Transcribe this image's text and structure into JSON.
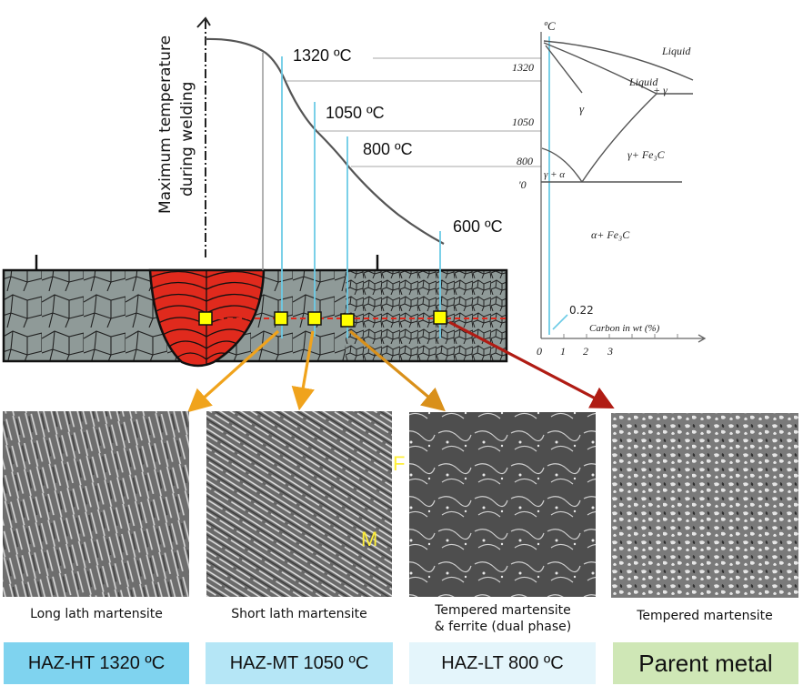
{
  "thermal_curve": {
    "axis_label_line1": "Maximum temperature",
    "axis_label_line2": "during welding",
    "peak_labels": [
      "1320 ºC",
      "1050 ºC",
      "800 ºC",
      "600 ºC"
    ]
  },
  "phase_diagram": {
    "y_unit": "ºC",
    "temps": [
      "1320",
      "1050",
      "800",
      "'0"
    ],
    "x_ticks": [
      "0",
      "1",
      "2",
      "3"
    ],
    "x_label": "Carbon in wt (%)",
    "carbon_marker": "0.22",
    "regions": {
      "liquid": "Liquid",
      "liquid_gamma_1": "Liquid",
      "liquid_gamma_2": "+ γ",
      "gamma": "γ",
      "gamma_fe3c": "γ+ Fe₃C",
      "gamma_alpha": "γ + α",
      "alpha_fe3c": "α+ Fe₃C"
    }
  },
  "micrographs": [
    {
      "caption": "Long lath martensite",
      "tag": "HAZ-HT 1320 ºC",
      "tag_color": "#7fd3ef"
    },
    {
      "caption": "Short lath martensite",
      "tag": "HAZ-MT 1050 ºC",
      "tag_color": "#b5e6f6"
    },
    {
      "caption_line1": "Tempered martensite",
      "caption_line2": "& ferrite (dual phase)",
      "tag": "HAZ-LT 800 ºC",
      "tag_color": "#e4f5fb"
    },
    {
      "caption": "Tempered martensite",
      "tag": "Parent metal",
      "tag_color": "#cfe7b6"
    }
  ],
  "phase_markers": {
    "ferrite": "F",
    "martensite": "M"
  },
  "colors": {
    "weld": "#e02a1d",
    "plate": "#8f9a98",
    "marker": "#ffff00",
    "arrow_orange": "#f0a31c",
    "arrow_dark_orange": "#d9901a",
    "arrow_red": "#b01c14",
    "guide_blue": "#6ccbe6"
  }
}
